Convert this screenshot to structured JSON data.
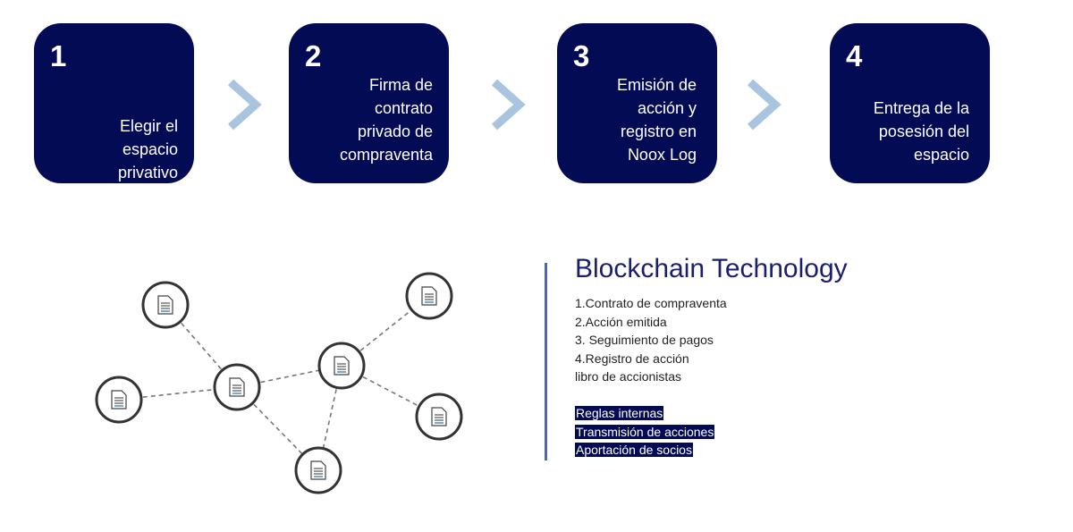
{
  "steps": [
    {
      "number": "1",
      "text": "Elegir el\nespacio\nprivativo"
    },
    {
      "number": "2",
      "text": "Firma de\ncontrato\nprivado de\ncompraventa"
    },
    {
      "number": "3",
      "text": "Emisión de\nacción y\nregistro en\nNoox Log"
    },
    {
      "number": "4",
      "text": "Entrega de la\nposesión del\nespacio"
    }
  ],
  "colors": {
    "step_bg": "#030b55",
    "arrow": "#a9c4df",
    "title": "#1b1f6b",
    "divider": "#4a67b8"
  },
  "network": {
    "node_icon": "document-icon",
    "node_count": 7
  },
  "blockchain": {
    "title": "Blockchain Technology",
    "items": [
      "1.Contrato de compraventa",
      "2.Acción emitida",
      "3. Seguimiento de pagos",
      "4.Registro de acción",
      "libro de accionistas"
    ],
    "highlights": [
      "Reglas internas",
      "Transmisión de acciones",
      "Aportación de socios"
    ]
  }
}
